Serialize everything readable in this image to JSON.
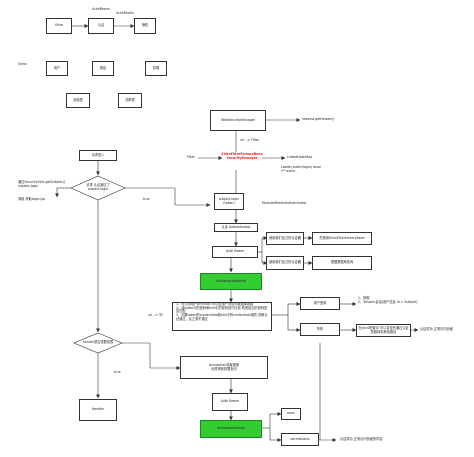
{
  "top_row": {
    "box1": "Shiro",
    "box2": "认证",
    "box3": "授权",
    "arrow1_label": "AuthRealm",
    "arrow2_label": "AuthRealm"
  },
  "shiro_section": {
    "label": "Shiro:",
    "items": [
      "用户",
      "角色",
      "权限",
      "资源表",
      "关联表"
    ]
  },
  "main_flow": {
    "start": "请求进入",
    "decision1": [
      "请求  认证通过了",
      "subject.login"
    ],
    "side_note1": [
      "通过SecurityUtils.getSubject()",
      "subject.login"
    ],
    "side_note2": "调用 获取login.jsp",
    "true_label": "true",
    "decision2": "hander是否需要权限",
    "url_label2": "url --> 列",
    "true_label2": "true",
    "handler": "Handler",
    "annotation_box": [
      "Annotation或者配置",
      "标签得到权限标识"
    ]
  },
  "right_flow": {
    "security_manager": "WebSecurityManager",
    "request_label": "request.getHeader()",
    "url_filter": "url --> Filter",
    "filter_label": "Filter",
    "red_label": [
      "ShiroFilterFactoryBean",
      "SecurityManager"
    ],
    "chain_label": "LinkedHashMap",
    "chain_note": [
      "Loader,authc(login) anon",
      "/** authc"
    ],
    "modular": "ModularRealmAuthenticator",
    "subject_login": [
      "subject.login",
      "(token)"
    ],
    "authenticator": "认证 Authenticator",
    "auth_realm": "Auth  Realm",
    "realm_item1": "使用我们自己的认证器",
    "realm_item1_result": "先调用ShiroFilterFactoryBean",
    "realm_item2": "使用我们自己的认证器",
    "realm_item2_result": "根据数据库查询",
    "green1": "AuthenticationInfo",
    "info_box": [
      "1、可以是用户principal  可以是用户对应的数据库数据",
      "2、将token中的密码和Info中的密码进行比较  看看给出的密码是否匹配",
      "3、如果token的credentials和Info中的credentials相同  说明认证通过，反之则不通过"
    ],
    "login_success": "用户登录",
    "login_note": [
      "1、授权",
      "2、Session会话(用户信息 id > Subject)"
    ],
    "fail": "失败",
    "fail_note": "在shiro配置中  可以将没有通过认证的跳转到其他路径",
    "success_page": "认证成功  正常访问页面",
    "auth_realm2": "Auth  Realm",
    "green2": "AuthorizationInfo",
    "roles": "roles",
    "permissions": "permissions",
    "success_page2": "认证成功  正常访问页面的内容"
  }
}
